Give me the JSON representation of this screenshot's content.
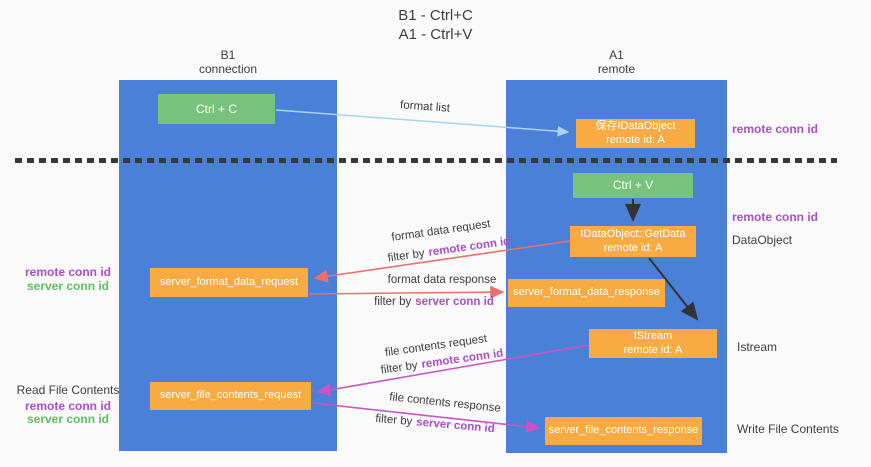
{
  "title": {
    "line1": "B1 - Ctrl+C",
    "line2": "A1 - Ctrl+V"
  },
  "lanes": {
    "left": {
      "name": "B1",
      "subtitle": "connection"
    },
    "right": {
      "name": "A1",
      "subtitle": "remote"
    }
  },
  "nodes": {
    "ctrl_c": {
      "label": "Ctrl + C"
    },
    "save_dataobject": {
      "line1": "保存IDataObject",
      "line2": "remote id: A"
    },
    "ctrl_v": {
      "label": "Ctrl + V"
    },
    "getdata": {
      "line1": "IDataObject::GetData",
      "line2": "remote id: A"
    },
    "format_request": {
      "label": "server_format_data_request"
    },
    "format_response": {
      "label": "server_format_data_response"
    },
    "istream": {
      "line1": "IStream",
      "line2": "remote id: A"
    },
    "file_request": {
      "label": "server_file_contents_request"
    },
    "file_response": {
      "label": "server_file_contents_response"
    }
  },
  "messages": {
    "format_list": {
      "text": "format list"
    },
    "format_data_request": {
      "text": "format data request",
      "filter_prefix": "filter by",
      "filter_id": "remote conn id"
    },
    "format_data_response": {
      "text": "format data response",
      "filter_prefix": "filter by",
      "filter_id": "server conn id"
    },
    "file_contents_request": {
      "text": "file contents request",
      "filter_prefix": "filter by",
      "filter_id": "remote conn id"
    },
    "file_contents_response": {
      "text": "file contents response",
      "filter_prefix": "filter by",
      "filter_id": "server conn id"
    }
  },
  "side_notes": {
    "right": [
      {
        "text": "remote conn id"
      },
      {
        "text": "remote conn id"
      },
      {
        "text": "DataObject"
      },
      {
        "text": "Istream"
      },
      {
        "text": "Write File Contents"
      }
    ],
    "left": [
      {
        "text": "remote conn id"
      },
      {
        "text": "server conn id"
      },
      {
        "text": "Read File Contents"
      },
      {
        "text": "remote conn id"
      },
      {
        "text": "server conn id"
      }
    ]
  },
  "colors": {
    "background": "#fafafa",
    "lane": "#4a80d8",
    "box_orange": "#f9ab43",
    "box_green": "#77c37c",
    "box_text": "#ffffff",
    "arrow_black": "#333333",
    "arrow_salmon": "#e8716d",
    "arrow_magenta": "#cc52c6",
    "arrow_blue": "#a9d3f2",
    "text_dark": "#3d3d3d",
    "text_purple": "#a94fc8",
    "text_green": "#5fbf63",
    "dashed": "#383838"
  }
}
